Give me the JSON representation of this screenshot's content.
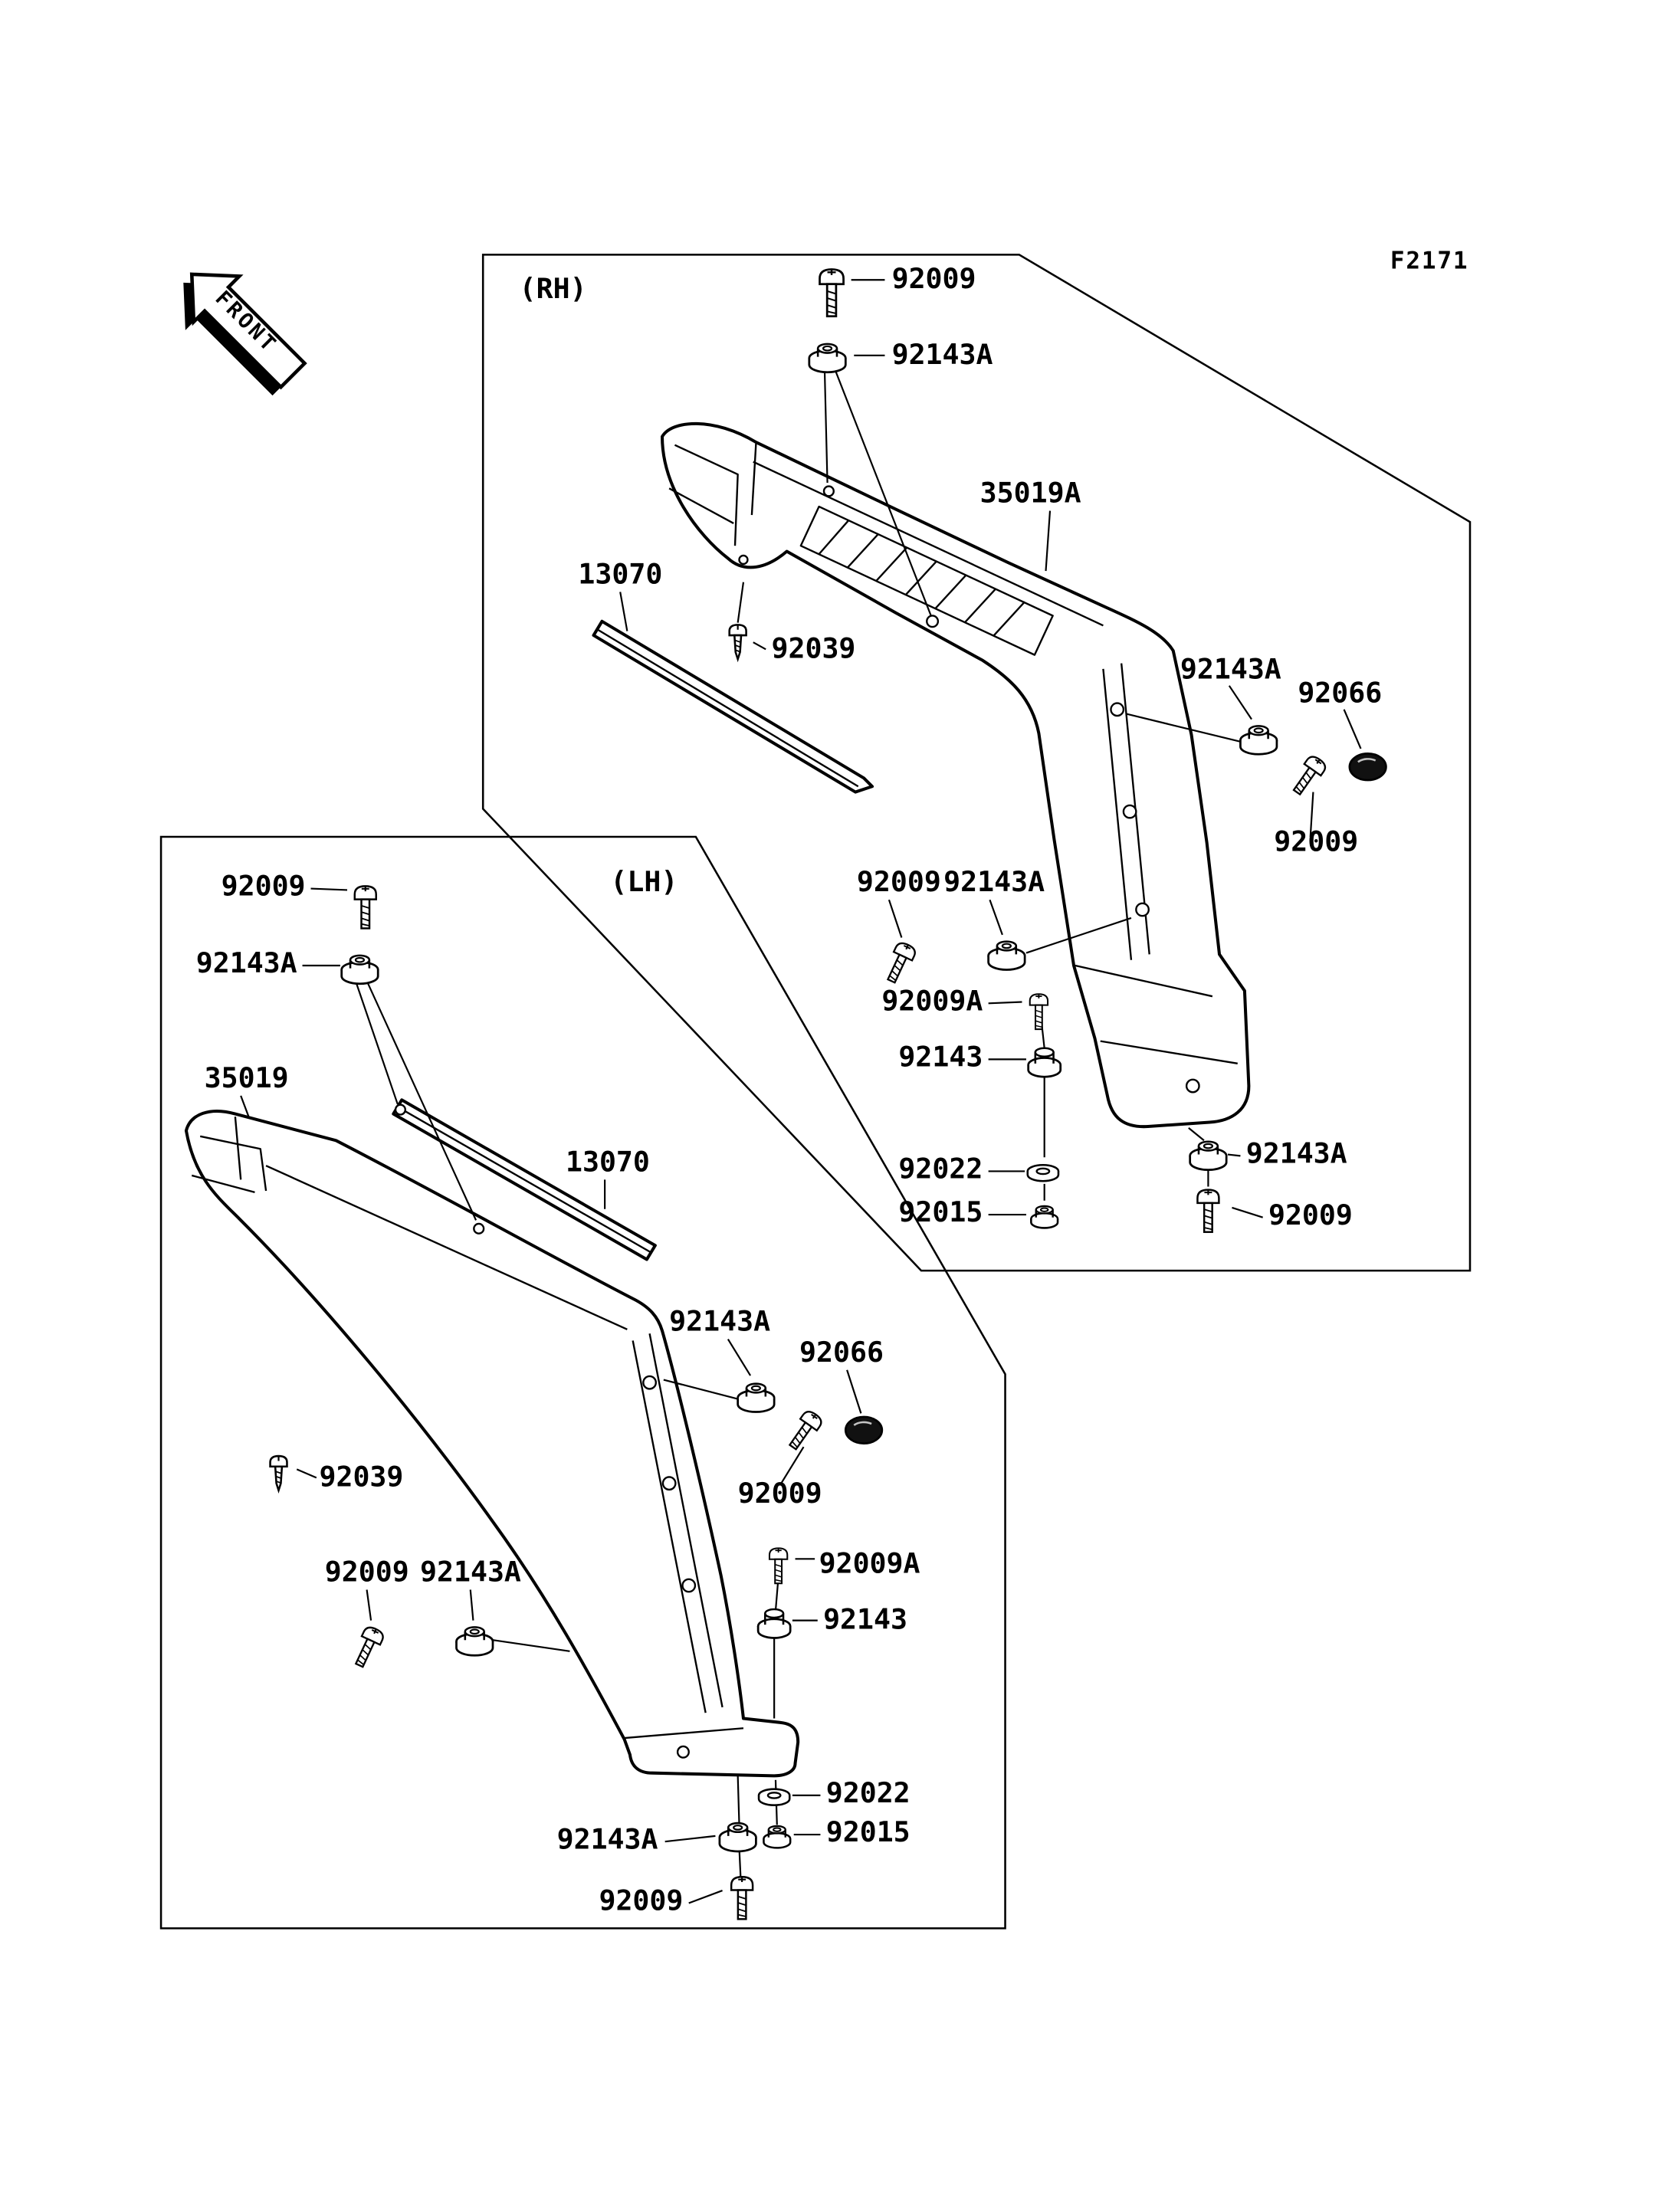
{
  "figure": {
    "code": "F2171",
    "front_arrow": "FRONT",
    "rh_caption": "(RH)",
    "lh_caption": "(LH)"
  },
  "rh": {
    "panel": "35019A",
    "trim": "13070",
    "screw_top": "92009",
    "grommet_top": "92143A",
    "tap_screw": "92039",
    "grommet_side": "92143A",
    "plug": "92066",
    "screw_side": "92009",
    "screw_mid": "92009",
    "grommet_mid": "92143A",
    "screw_a": "92009A",
    "capnut": "92143",
    "washer": "92022",
    "nut": "92015",
    "grommet_bot": "92143A",
    "screw_bot": "92009"
  },
  "lh": {
    "panel": "35019",
    "trim": "13070",
    "screw_top": "92009",
    "grommet_top": "92143A",
    "tap_screw": "92039",
    "grommet_side": "92143A",
    "plug": "92066",
    "screw_side": "92009",
    "screw_mid": "92009",
    "grommet_mid": "92143A",
    "screw_a": "92009A",
    "capnut": "92143",
    "washer": "92022",
    "nut": "92015",
    "grommet_bot": "92143A",
    "screw_bot": "92009"
  }
}
